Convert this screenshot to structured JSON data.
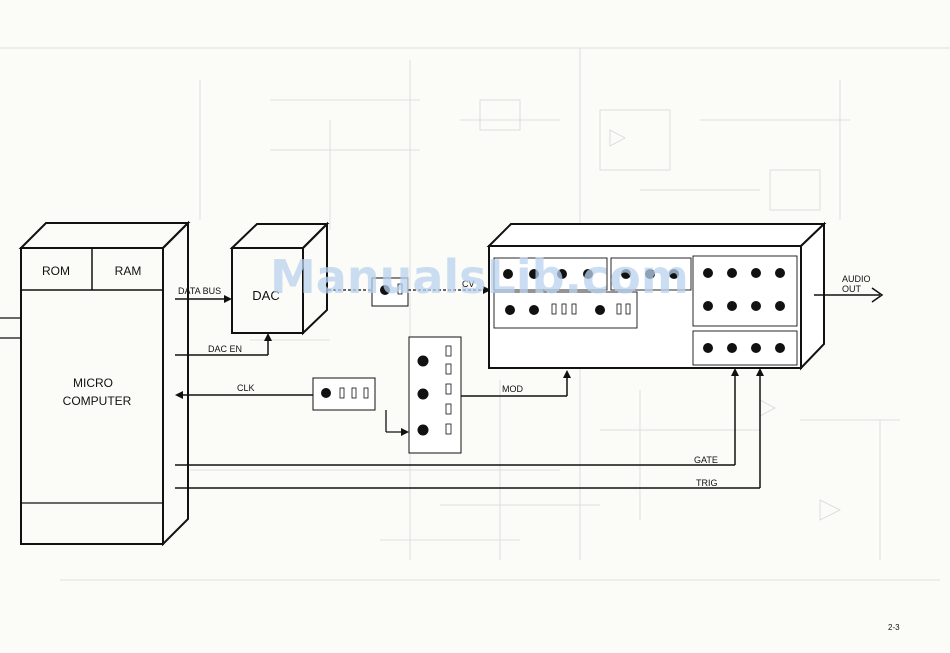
{
  "blocks": {
    "rom": "ROM",
    "ram": "RAM",
    "micro_computer_line1": "MICRO",
    "micro_computer_line2": "COMPUTER",
    "dac": "DAC"
  },
  "signals": {
    "data_bus": "DATA BUS",
    "dac_en": "DAC EN",
    "clk": "CLK",
    "cv": "CV",
    "mod": "MOD",
    "gate": "GATE",
    "trig": "TRIG",
    "audio_out_line1": "AUDIO",
    "audio_out_line2": "OUT"
  },
  "watermark": "ManualsLib.com",
  "page_number": "2-3"
}
